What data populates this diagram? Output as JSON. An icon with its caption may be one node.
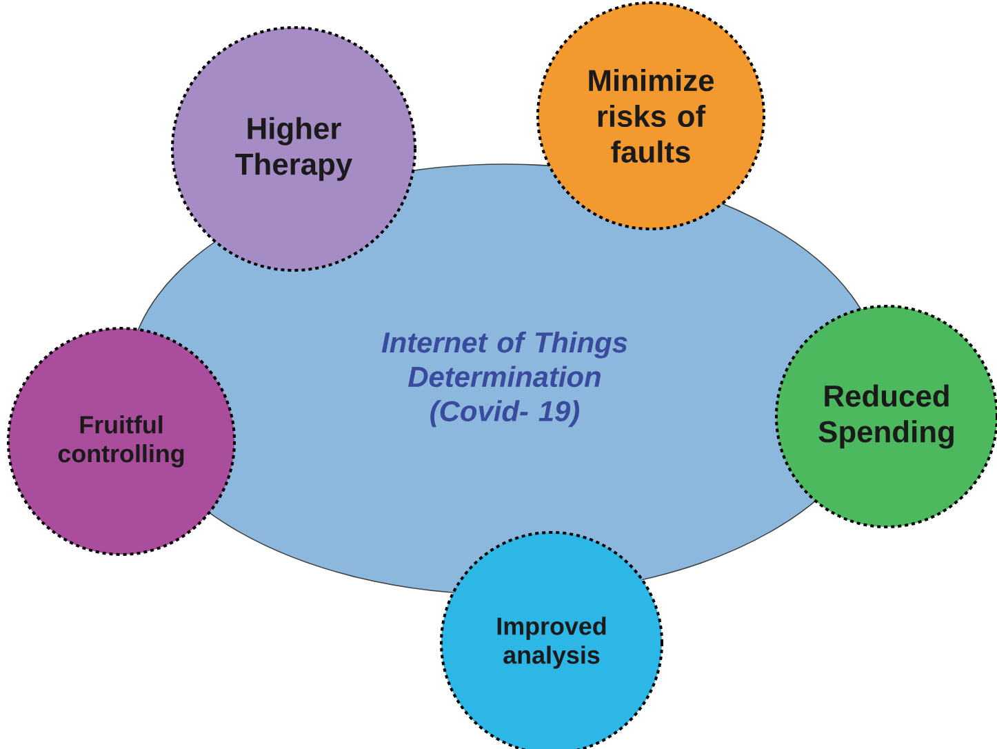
{
  "diagram": {
    "nodes": [
      {
        "text": [
          "Internet of Things Determination (Covid- 19)"
        ]
      },
      {
        "text": [
          "Higher Therapy"
        ]
      },
      {
        "text": [
          "Minimize risks of faults"
        ]
      },
      {
        "text": [
          "Fruitful controlling"
        ]
      },
      {
        "text": [
          "Reduced Spending"
        ]
      },
      {
        "text": [
          "Improved analysis"
        ]
      }
    ]
  }
}
